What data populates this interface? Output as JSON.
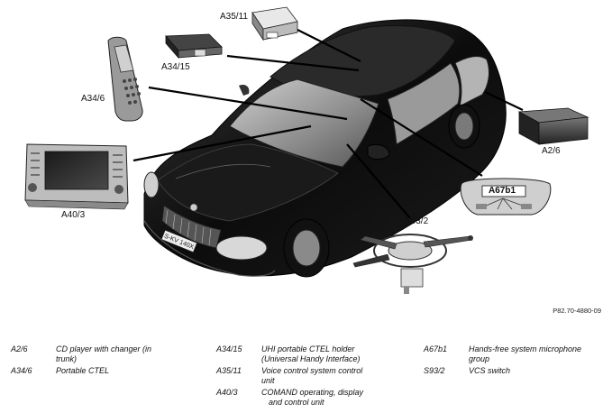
{
  "figure_ref": "P82.70-4880-09",
  "callouts": {
    "a35_11": "A35/11",
    "a34_15": "A34/15",
    "a34_6": "A34/6",
    "a40_3": "A40/3",
    "a2_6": "A2/6",
    "a67b1": "A67b1",
    "s93_2": "S93/2"
  },
  "plate": "S-KV 140X",
  "legend": [
    {
      "code": "A2/6",
      "line1": "CD player with changer (in",
      "line2": "trunk)"
    },
    {
      "code": "A34/6",
      "line1": "Portable CTEL",
      "line2": ""
    },
    {
      "code": "A34/15",
      "line1": "UHI portable CTEL holder",
      "line2": "(Universal Handy Interface)"
    },
    {
      "code": "A35/11",
      "line1": "Voice control system control",
      "line2": "unit"
    },
    {
      "code": "A40/3",
      "line1": "COMAND operating, display",
      "line2": "and control unit"
    },
    {
      "code": "A67b1",
      "line1": "Hands-free system microphone",
      "line2": "group"
    },
    {
      "code": "S93/2",
      "line1": "VCS switch",
      "line2": ""
    }
  ]
}
